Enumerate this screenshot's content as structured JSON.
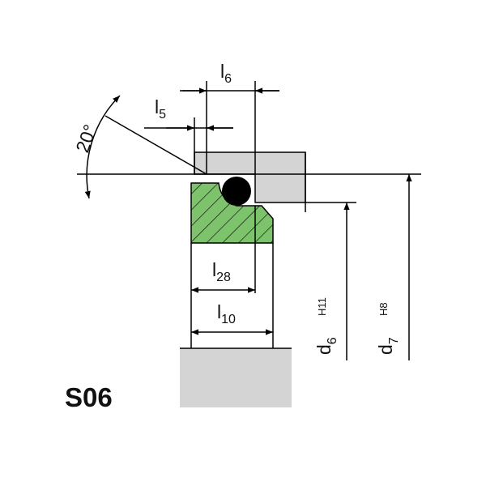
{
  "profile_code": "S06",
  "angle": "20°",
  "dims": {
    "l6": {
      "main": "l",
      "sub": "6"
    },
    "l5": {
      "main": "l",
      "sub": "5"
    },
    "l28": {
      "main": "l",
      "sub": "28"
    },
    "l10": {
      "main": "l",
      "sub": "10"
    },
    "d6": {
      "main": "d",
      "sub": "6",
      "fit": "H11"
    },
    "d7": {
      "main": "d",
      "sub": "7",
      "fit": "H8"
    }
  },
  "colors": {
    "seal_fill": "#7cc36b",
    "housing_fill": "#d4d4d4",
    "oring_fill": "#000000",
    "line": "#000000"
  }
}
